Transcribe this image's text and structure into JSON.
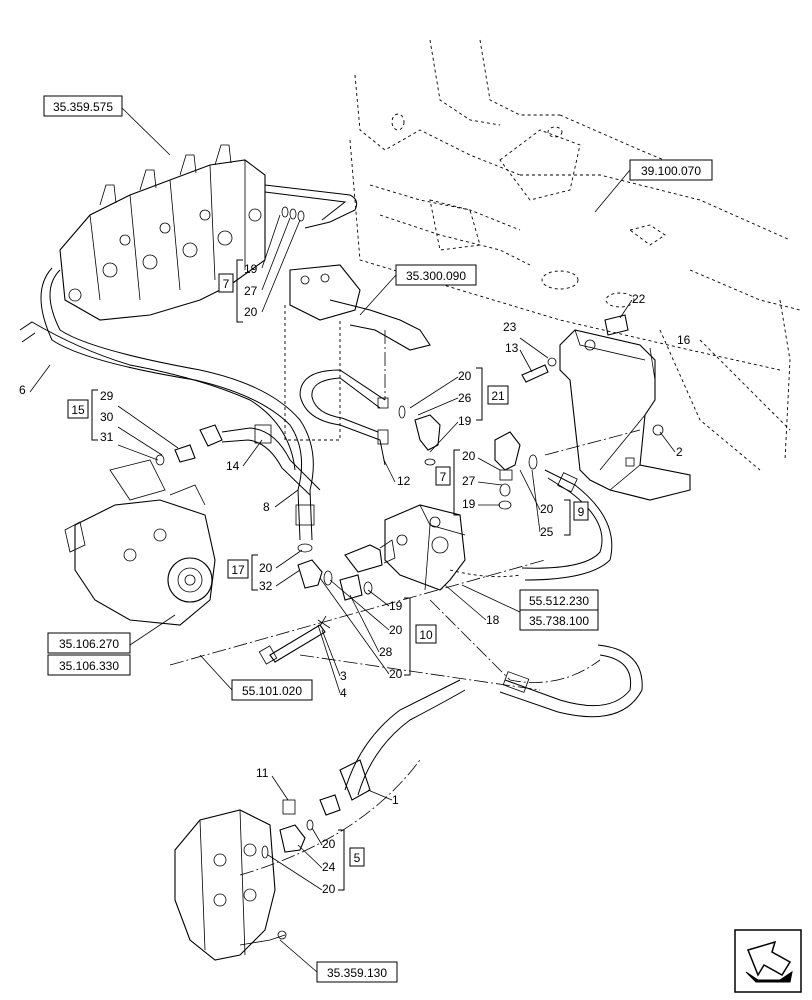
{
  "references": [
    "35.359.575",
    "39.100.070",
    "35.300.090",
    "55.512.230",
    "35.738.100",
    "35.106.270",
    "35.106.330",
    "55.101.020",
    "35.359.130"
  ],
  "kits": [
    "7",
    "15",
    "21",
    "7",
    "9",
    "17",
    "10",
    "5"
  ],
  "callouts": [
    "19",
    "27",
    "20",
    "22",
    "23",
    "16",
    "13",
    "6",
    "29",
    "30",
    "31",
    "20",
    "26",
    "19",
    "2",
    "14",
    "12",
    "20",
    "27",
    "19",
    "20",
    "25",
    "8",
    "20",
    "32",
    "19",
    "20",
    "28",
    "20",
    "18",
    "3",
    "4",
    "11",
    "1",
    "20",
    "24",
    "20"
  ],
  "nav_icon": "arrow-navigation-icon"
}
